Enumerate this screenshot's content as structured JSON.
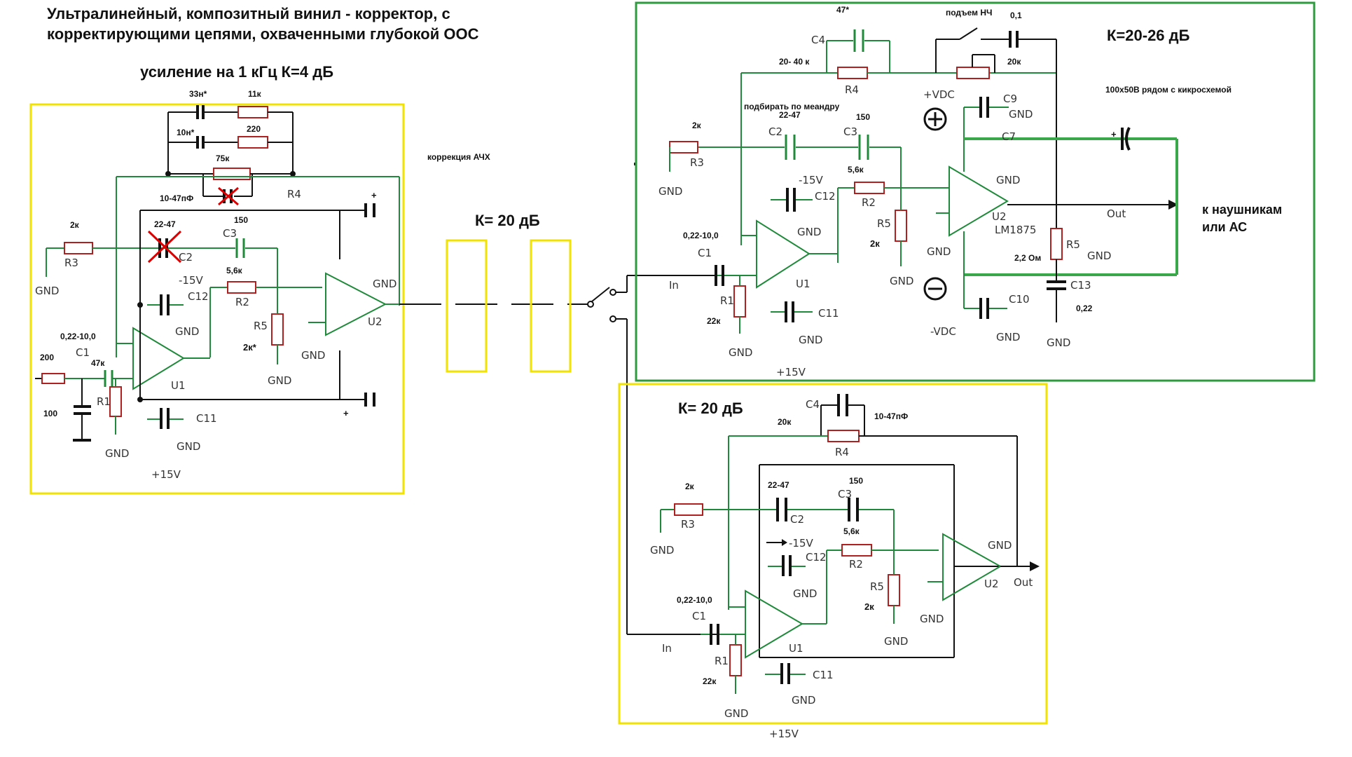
{
  "title": {
    "line1": "Ультралинейный, композитный винил - корректор, с",
    "line2": "корректирующими цепями, охваченными глубокой ООС",
    "gain_note": "усиление на 1 кГц  К=4 дБ"
  },
  "left": {
    "c_top1": "33н*",
    "r_top1": "11к",
    "c_top2": "10н*",
    "r_top2": "220",
    "r_fb": "75к",
    "c_fb": "10-47пФ",
    "r4": "R4",
    "corr": "коррекция АЧХ",
    "r3_val": "2к",
    "r3": "R3",
    "c2_val": "22-47",
    "c2": "C2",
    "c3_val": "150",
    "c3": "C3",
    "r2_val": "5,6к",
    "r2": "R2",
    "neg15": "-15V",
    "c12": "C12",
    "r5": "R5",
    "r5_val": "2к*",
    "c1_val": "0,22-10,0",
    "c1": "C1",
    "r1_val": "47к",
    "r1": "R1",
    "r_in": "200",
    "c_in": "100",
    "u1": "U1",
    "u2": "U2",
    "c11": "C11",
    "pos15": "+15V",
    "gnd": "GND",
    "plus": "+"
  },
  "middle": {
    "gain": "К= 20 дБ"
  },
  "right": {
    "gain": "К=20-26 дБ",
    "c4_val": "47*",
    "c4": "C4",
    "r4_val": "20- 40 к",
    "r4": "R4",
    "bass": "подъем НЧ",
    "c_bass": "0,1",
    "r_bass": "20к",
    "meander": "подбирать по меандру",
    "c2_val": "22-47",
    "c2": "C2",
    "c3": "C3",
    "c3_val": "150",
    "r3_val": "2к",
    "r3": "R3",
    "neg15": "-15V",
    "c12": "C12",
    "r2_val": "5,6к",
    "r2": "R2",
    "r5": "R5",
    "r5_val": "2к",
    "c1_val": "0,22-10,0",
    "c1": "C1",
    "in": "In",
    "r1_val": "22к",
    "r1": "R1",
    "u1": "U1",
    "u2": "U2",
    "lm": "LM1875",
    "c11": "C11",
    "pos15": "+15V",
    "vdc_p": "+VDC",
    "vdc_n": "-VDC",
    "c9": "C9",
    "c7": "C7",
    "c10": "C10",
    "cap_note": "100х50В рядом с кикросхемой",
    "out": "Out",
    "dest1": "к наушникам",
    "dest2": "или АС",
    "r5b": "R5",
    "r5b_val": "2,2 Ом",
    "c13": "C13",
    "c13_val": "0,22",
    "gnd": "GND"
  },
  "bottom": {
    "gain": "К= 20 дБ",
    "c4": "C4",
    "r4_val": "20к",
    "c4_val": "10-47пФ",
    "r4": "R4",
    "r3_val": "2к",
    "r3": "R3",
    "c2_val": "22-47",
    "c2": "C2",
    "c3_val": "150",
    "c3": "C3",
    "neg15": "-15V",
    "c12": "C12",
    "r2_val": "5,6к",
    "r2": "R2",
    "r5": "R5",
    "r5_val": "2к",
    "c1_val": "0,22-10,0",
    "c1": "C1",
    "in": "In",
    "r1_val": "22к",
    "r1": "R1",
    "u1": "U1",
    "u2": "U2",
    "out": "Out",
    "c11": "C11",
    "pos15": "+15V",
    "gnd": "GND"
  },
  "colors": {
    "yellow_box": "#f2e200",
    "green_box": "#2e9a3e",
    "wire_green": "#1f8a3a",
    "resistor": "#b02020",
    "cross": "#d00000"
  }
}
